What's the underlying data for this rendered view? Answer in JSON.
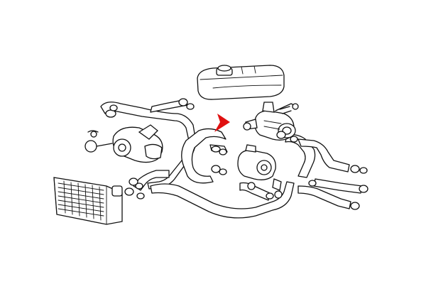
{
  "diagram": {
    "parts": [
      {
        "name": "expansion-tank"
      },
      {
        "name": "radiator"
      },
      {
        "name": "water-pump"
      },
      {
        "name": "thermostat-housing"
      },
      {
        "name": "auxiliary-valve"
      },
      {
        "name": "coolant-hoses"
      },
      {
        "name": "hose-clamps"
      }
    ],
    "pointer": {
      "color": "#e01010"
    },
    "line_color": "#111111",
    "background": "#ffffff"
  }
}
